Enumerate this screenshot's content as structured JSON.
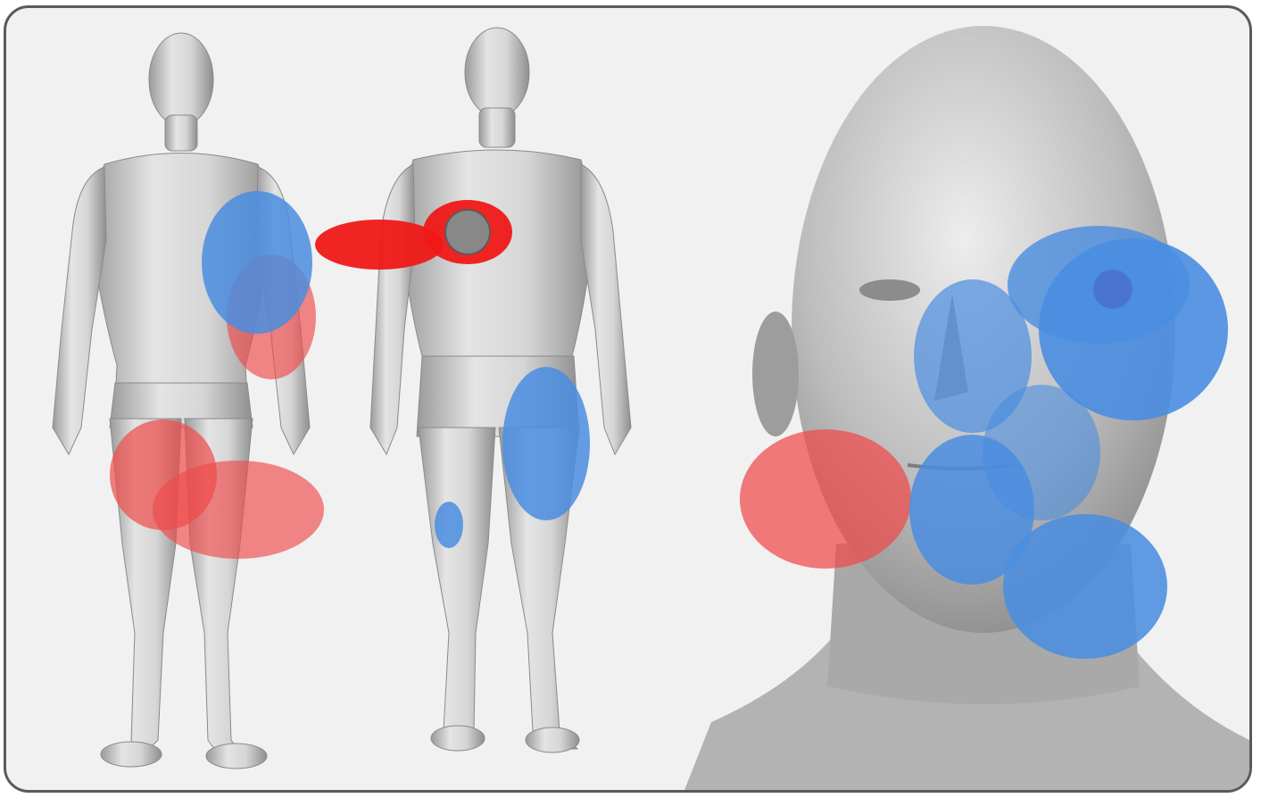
{
  "figure": {
    "panels": [
      {
        "name": "body-front",
        "markers": {
          "red": 3,
          "blue": 1
        }
      },
      {
        "name": "body-back",
        "markers": {
          "red": 2,
          "blue": 2,
          "gray": 1
        }
      },
      {
        "name": "face-closeup",
        "markers": {
          "red": 1,
          "blue": 6
        }
      }
    ],
    "colors": {
      "frame_border": "#5a5a5a",
      "background": "#f1f1f1",
      "skin": "#c9c9c9",
      "marker_red": "#f04a4a",
      "marker_red_solid": "#f01818",
      "marker_blue": "#4a8de0",
      "marker_gray": "#888888"
    }
  }
}
